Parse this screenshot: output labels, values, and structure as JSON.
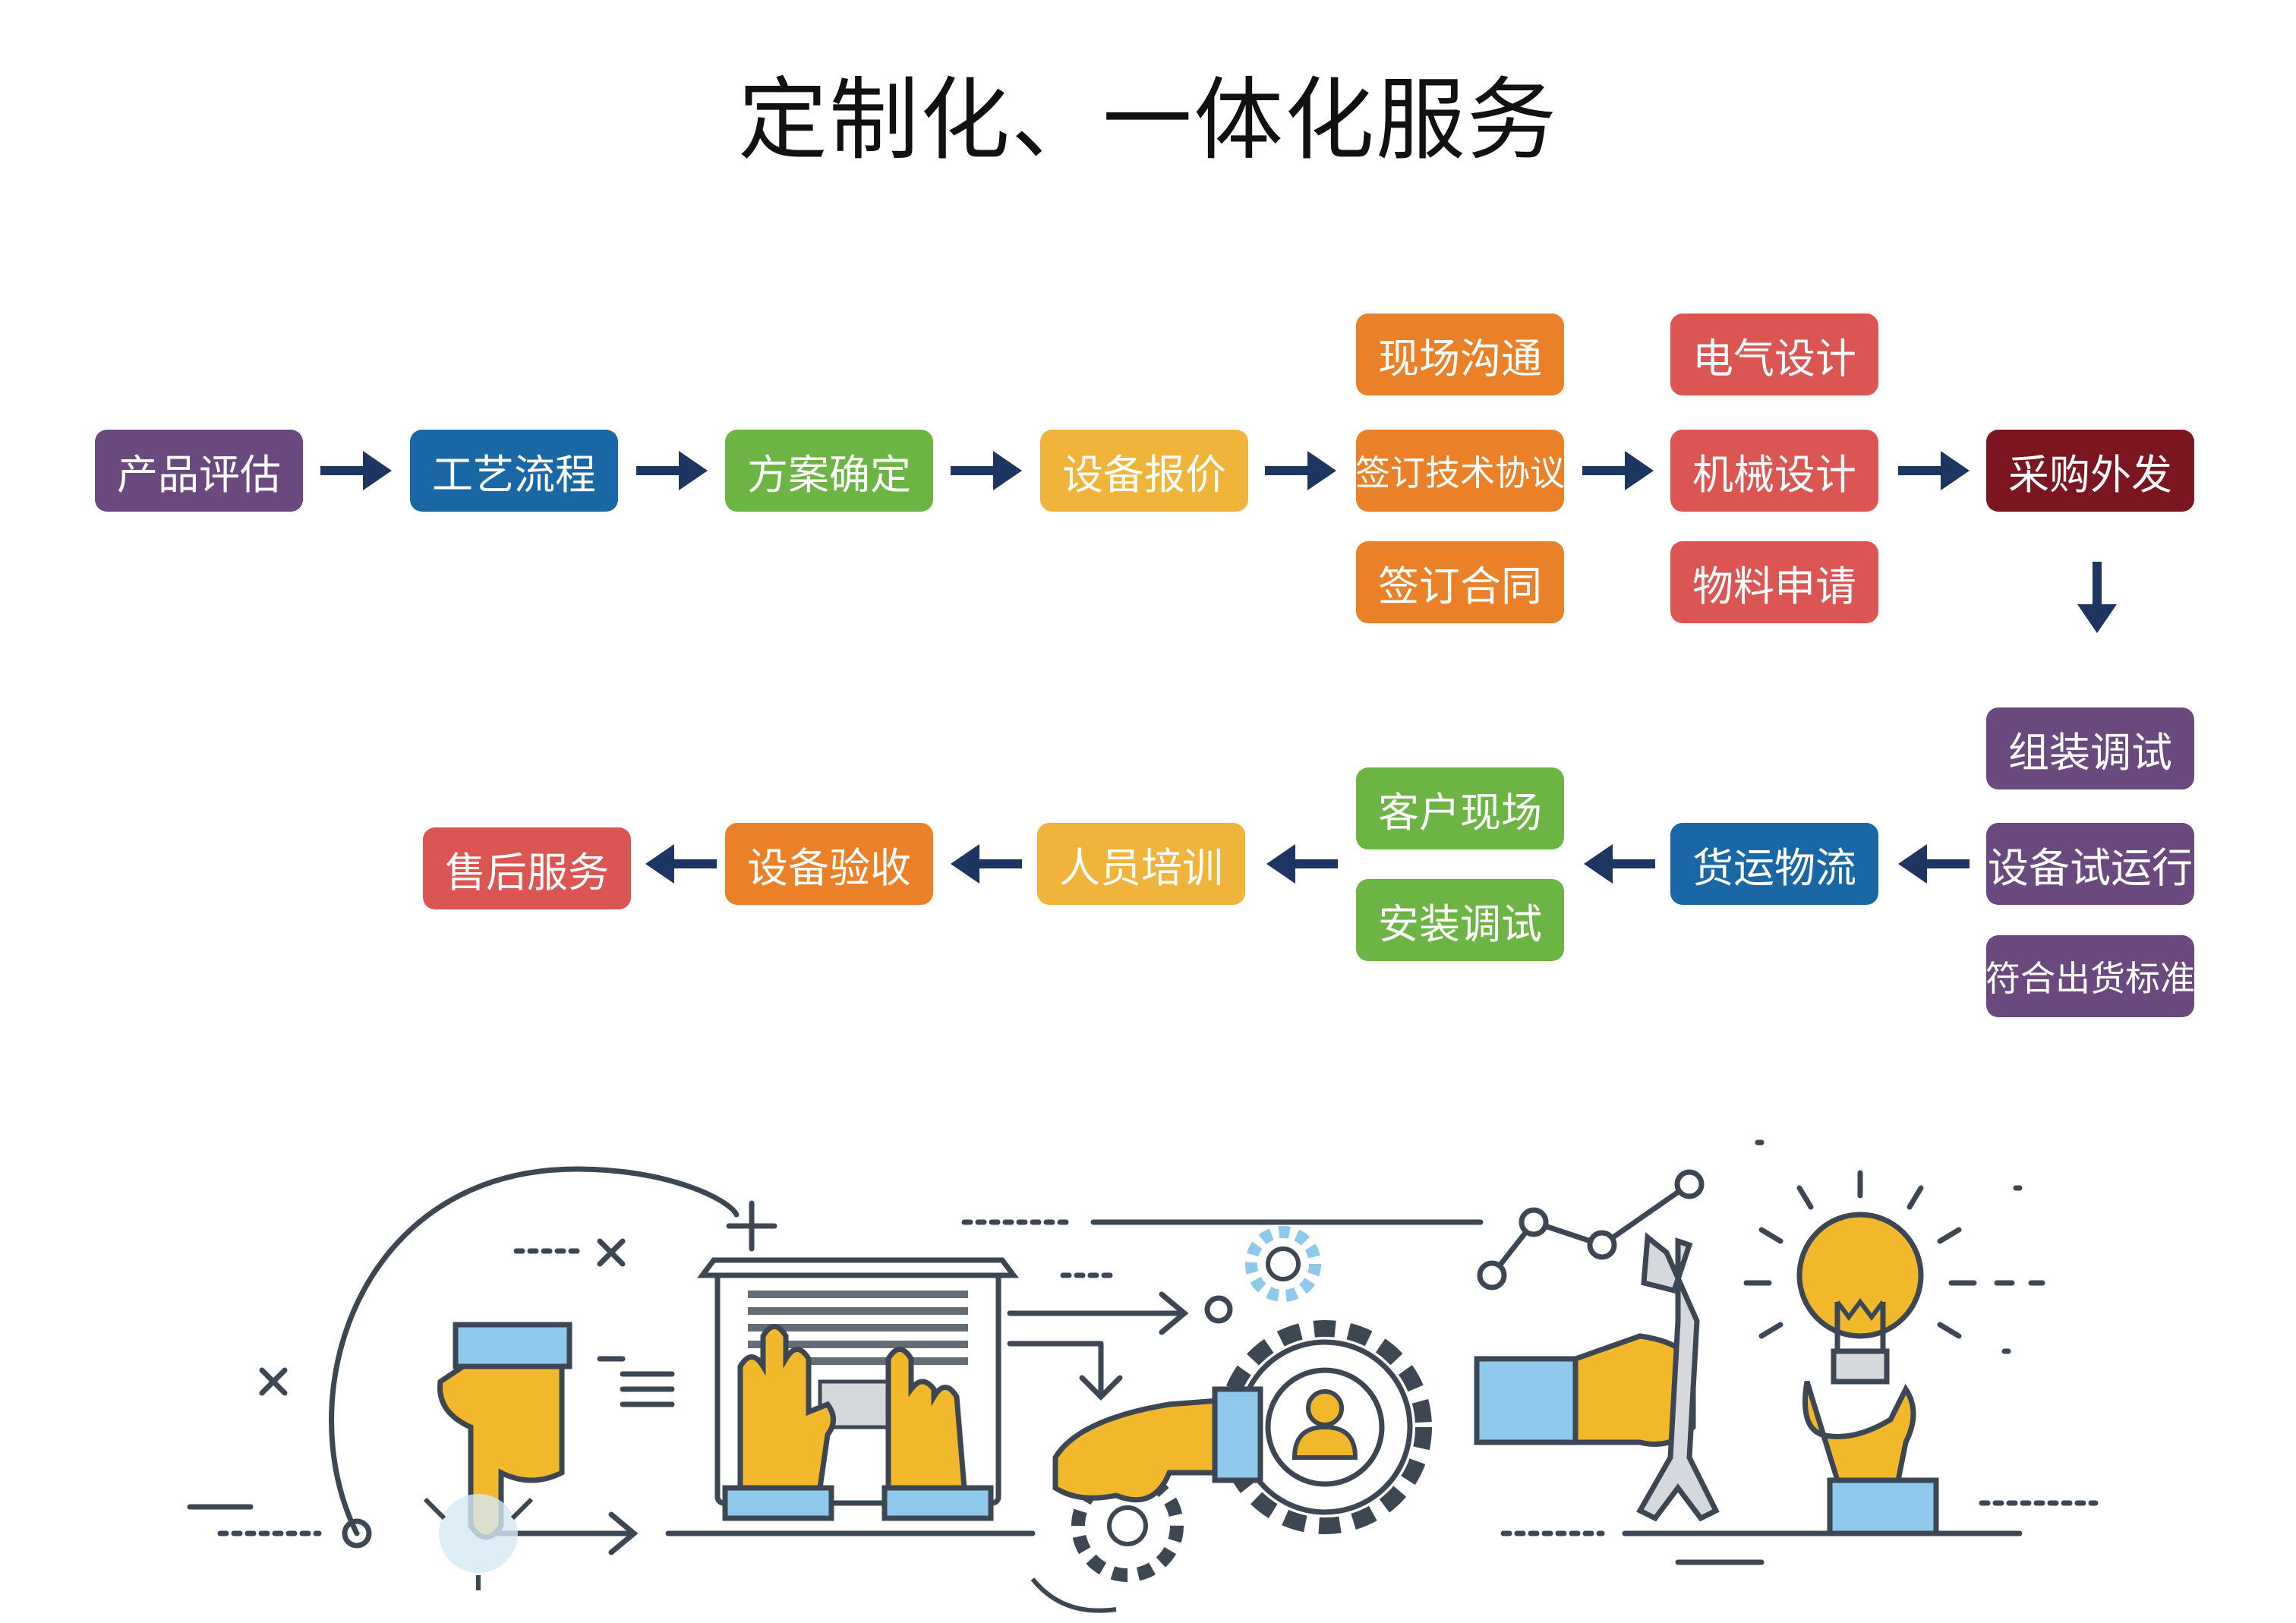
{
  "title": "定制化、一体化服务",
  "colors": {
    "purple": "#6a4a7e",
    "blue": "#1a67a6",
    "green": "#6cb444",
    "yellow": "#f1b43a",
    "orange": "#ea8129",
    "red": "#db5552",
    "darkred": "#7b1620",
    "arrow": "#1d3561"
  },
  "flow": {
    "row1": {
      "product_eval": "产品评估",
      "process_flow": "工艺流程",
      "plan_confirm": "方案确定",
      "equipment_quote": "设备报价",
      "contract_group": [
        "现场沟通",
        "签订技术协议",
        "签订合同"
      ],
      "design_group": [
        "电气设计",
        "机械设计",
        "物料申请"
      ],
      "procurement": "采购外发"
    },
    "right_column": [
      "组装调试",
      "设备试运行",
      "符合出货标准"
    ],
    "row2": {
      "shipping": "货运物流",
      "site_group": [
        "客户现场",
        "安装调试"
      ],
      "training": "人员培训",
      "acceptance": "设备验收",
      "after_sales": "售后服务"
    }
  },
  "illustration": {
    "icons": [
      "pointing-hand-icon",
      "laptop-typing-icon",
      "gear-hand-icon",
      "wrench-hand-icon",
      "lightbulb-hand-icon"
    ]
  }
}
